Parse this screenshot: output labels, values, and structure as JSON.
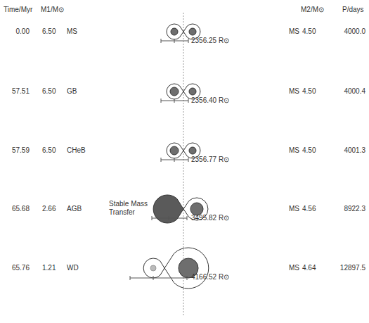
{
  "diagram": {
    "labels": [
      "Time/Myr",
      "M1/M⊙",
      "M2/M⊙",
      "P/days",
      "0.00",
      "6.50",
      "MS",
      "2356.25 R⊙",
      "MS",
      "4.50",
      "4000.0",
      "57.51",
      "6.50",
      "GB",
      "2356.40 R⊙",
      "MS",
      "4.50",
      "4000.4",
      "57.59",
      "6.50",
      "CHeB",
      "2356.77 R⊙",
      "MS",
      "4.50",
      "4001.3",
      "65.68",
      "2.66",
      "AGB",
      "Stable Mass Transfer",
      "3495.82 R⊙",
      "MS",
      "4.56",
      "8922.3",
      "65.76",
      "1.21",
      "WD",
      "4166.52 R⊙",
      "MS",
      "4.64",
      "12897.5"
    ]
  }
}
